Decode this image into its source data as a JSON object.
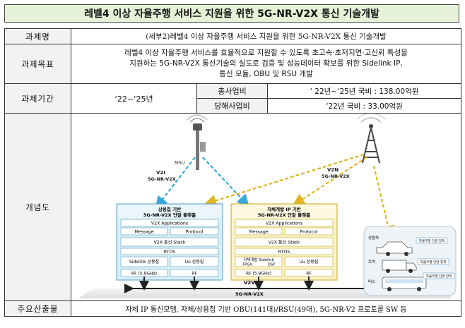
{
  "title": "레벨4 이상 자율주행 서비스 지원을 위한 5G-NR-V2X 통신 기술개발",
  "rows": {
    "task_name": {
      "label": "과제명",
      "value": "(세부2)레벨4 이상 자율주행 서비스 지원을 위한 5G-NR-V2X 통신 기술개발"
    },
    "goal": {
      "label": "과제목표",
      "lines": [
        "레벨4 이상 자율주행 서비스를 효율적으로 지원할 수 있도록 초고속·초저지연·고신뢰 특성을",
        "지원하는 5G-NR-V2X 통신기술의 실도로 검증 및 성능데이터 확보를 위한 Sidelink IP,",
        "통신 모듈, OBU 및 RSU 개발"
      ]
    },
    "period": {
      "label": "과제기간",
      "value": "‘22~‘25년",
      "total_label": "총사업비",
      "total_value": "‘ 22년~‘25년 국비 : 138.00억원",
      "year_label": "당해사업비",
      "year_value": "‘22년 국비 : 33.00억원"
    },
    "concept": {
      "label": "개념도"
    },
    "output": {
      "label": "주요산출물",
      "value": "자체 IP 통신모뎀, 자체/상용칩 기반 OBU(141대)/RSU(49대), 5G-NR-V2 프로토콜 SW 등"
    }
  },
  "diagram": {
    "nsu_label": "NSU",
    "v2i_left": [
      "V2I",
      "5G-NR-V2X"
    ],
    "v2n_right": [
      "V2N",
      "5G-NR-V2X"
    ],
    "v2v": [
      "V2V",
      "5G-NR-V2X"
    ],
    "left_module": {
      "title": [
        "상용칩 기반",
        "5G-NR-V2X 단말 플랫폼"
      ],
      "apps": "V2X Applications",
      "message": "Message",
      "protocol": "Protocol",
      "stack": "V2X 통신 Stack",
      "rtos": "RTOS",
      "sidelink": "Sidelink 상용칩",
      "uu": "Uu 상용칩",
      "rf1": "RF (5.9GHz)",
      "rf2": "RF"
    },
    "right_module": {
      "title": [
        "자체개발 IP 기반",
        "5G-NR-V2X 단말 플랫폼"
      ],
      "apps": "V2X Applications",
      "message": "Message",
      "protocol": "Protocol",
      "stack": "V2X 통신 Stack",
      "rtos": "RTOS",
      "sidelink": "자체개발 Sidelink",
      "fpga": "FPGA",
      "dsp": "DSP",
      "uu": "Uu 상용칩",
      "rf1": "RF (5.9GHz)",
      "rf2": "RF"
    },
    "vehicles": [
      "상용차",
      "트럭",
      "버스"
    ],
    "vehicle_tag": "자율주행 단말 장착",
    "colors": {
      "left_box": "#7ec4e0",
      "right_box": "#f0dc6a",
      "v2i_arrow": "#35a9d9",
      "v2n_arrow": "#e0b622",
      "title_bg": "#e6f2d8"
    }
  }
}
